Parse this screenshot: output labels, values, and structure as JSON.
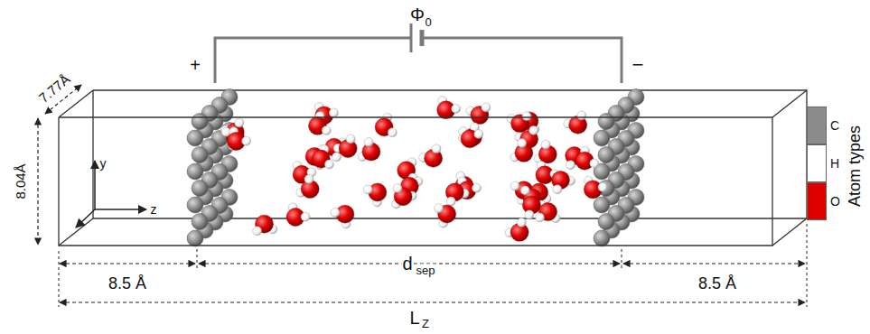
{
  "diagram": {
    "labels": [
      "Φ",
      "0",
      "+",
      "−",
      "7.77Å",
      "8.04Å",
      "y",
      "z",
      "8.5 Å",
      "d",
      "sep",
      "8.5 Å",
      "L",
      "Z",
      "Atom types"
    ],
    "legend": [
      {
        "text": "C",
        "color": "#8c8c8c"
      },
      {
        "text": "H",
        "color": "#ffffff"
      },
      {
        "text": "O",
        "color": "#e00000"
      }
    ]
  }
}
